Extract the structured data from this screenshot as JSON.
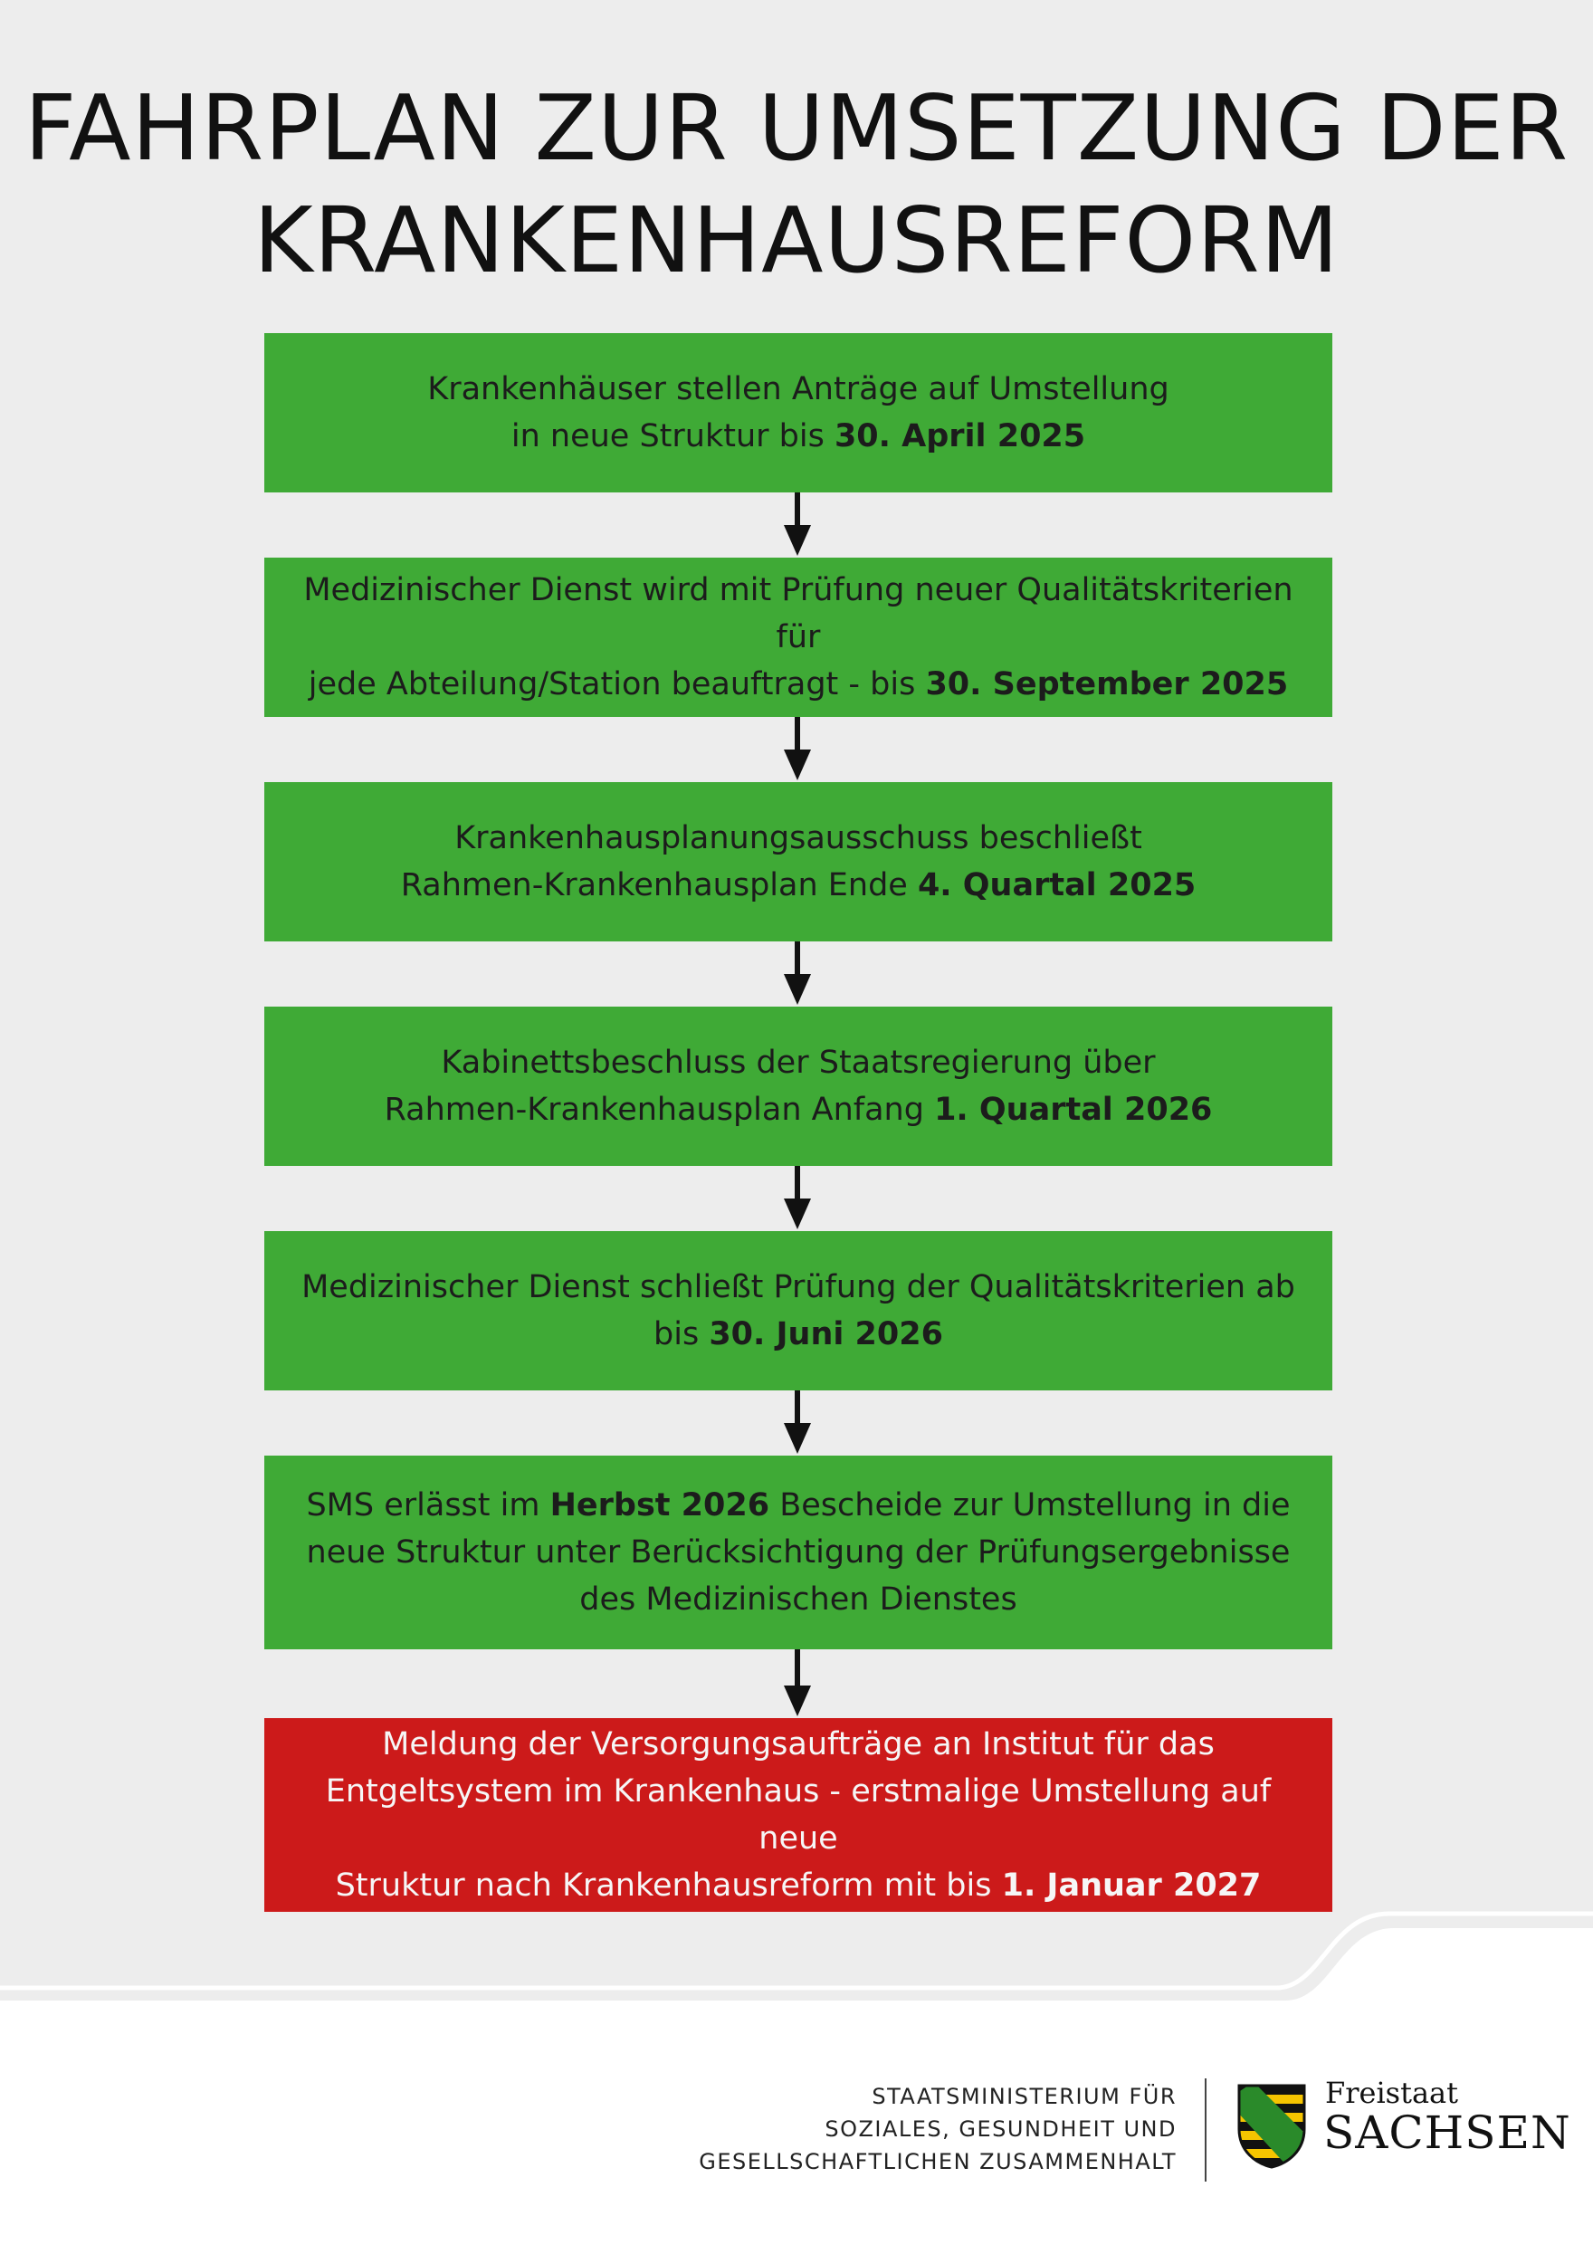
{
  "title": {
    "line1": "FAHRPLAN ZUR UMSETZUNG DER",
    "line2": "KRANKENHAUSREFORM"
  },
  "steps": [
    {
      "pre": "Krankenhäuser stellen Anträge auf Umstellung",
      "line2_pre": "in neue Struktur bis ",
      "bold": "30. April 2025"
    },
    {
      "pre": "Medizinischer Dienst wird mit Prüfung neuer Qualitätskriterien für",
      "line2_pre": "jede Abteilung/Station beauftragt - bis ",
      "bold": "30. September 2025"
    },
    {
      "pre": "Krankenhausplanungsausschuss beschließt",
      "line2_pre": "Rahmen-Krankenhausplan Ende ",
      "bold": "4. Quartal 2025"
    },
    {
      "pre": "Kabinettsbeschluss der Staatsregierung über",
      "line2_pre": "Rahmen-Krankenhausplan Anfang ",
      "bold": "1. Quartal 2026"
    },
    {
      "pre": "Medizinischer Dienst schließt Prüfung der Qualitätskriterien ab",
      "line2_pre": "bis ",
      "bold": "30. Juni 2026"
    },
    {
      "l1_pre": "SMS erlässt im ",
      "l1_bold": "Herbst 2026",
      "l1_post": " Bescheide zur Umstellung in die",
      "l2": "neue Struktur unter Berücksichtigung der Prüfungsergebnisse",
      "l3": "des Medizinischen Dienstes"
    },
    {
      "l1": "Meldung der Versorgungsaufträge an Institut für das",
      "l2": "Entgeltsystem im Krankenhaus - erstmalige Umstellung auf neue",
      "l3_pre": "Struktur nach Krankenhausreform mit bis ",
      "l3_bold": "1. Januar 2027"
    }
  ],
  "footer": {
    "org_line1": "STAATSMINISTERIUM FÜR",
    "org_line2": "SOZIALES, GESUNDHEIT UND",
    "org_line3": "GESELLSCHAFTLICHEN ZUSAMMENHALT",
    "logo_line1": "Freistaat",
    "logo_line2": "SACHSEN"
  },
  "colors": {
    "step_green": "#3faa36",
    "final_red": "#cc1a1a",
    "background_grey": "#ededed"
  }
}
